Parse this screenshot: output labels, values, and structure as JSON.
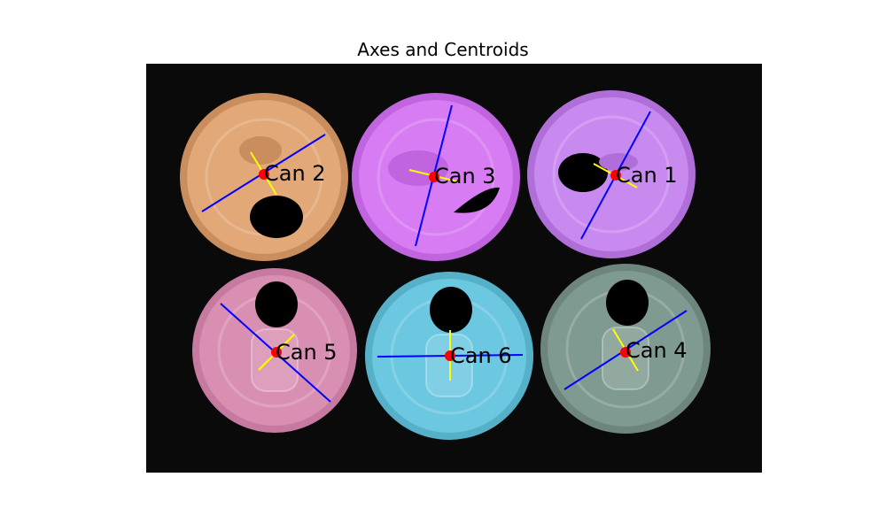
{
  "figure": {
    "title": "Axes and Centroids"
  },
  "colors": {
    "background": "#0a0a0a",
    "major_axis": "#0000ff",
    "minor_axis": "#ffff00",
    "centroid": "#ff0000",
    "label_text": "#000000"
  },
  "cans": [
    {
      "label": "Can 1",
      "fill": "#c98af0",
      "rim": "#b06fd8",
      "tab": "keyhole"
    },
    {
      "label": "Can 2",
      "fill": "#e2a878",
      "rim": "#c98d5e",
      "tab": "open-lower"
    },
    {
      "label": "Can 3",
      "fill": "#d77cf2",
      "rim": "#c064e0",
      "tab": "open-right"
    },
    {
      "label": "Can 4",
      "fill": "#7f9a90",
      "rim": "#6d857c",
      "tab": "tab-lower"
    },
    {
      "label": "Can 5",
      "fill": "#d98fb2",
      "rim": "#c77aa0",
      "tab": "tab-lower"
    },
    {
      "label": "Can 6",
      "fill": "#6cc7e0",
      "rim": "#56b0c8",
      "tab": "tab-lower"
    }
  ]
}
